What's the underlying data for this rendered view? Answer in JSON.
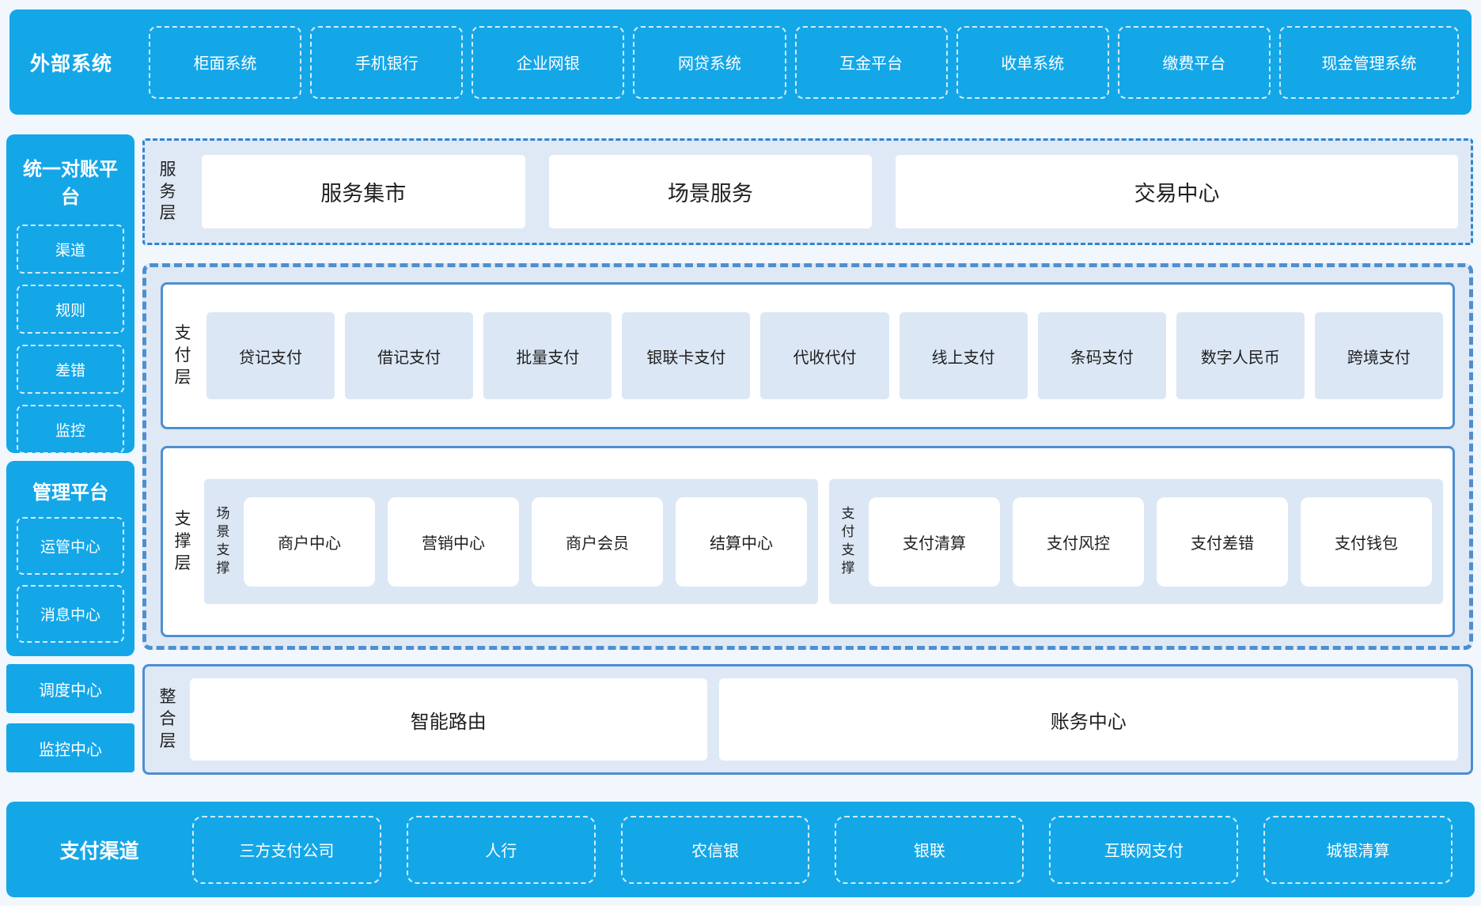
{
  "colors": {
    "primary_blue": "#14A7E8",
    "section_bg": "#DFE9F6",
    "card_blue": "#DBE7F5",
    "border_blue": "#4E8FD0",
    "dashdot_blue": "#2E86D2",
    "text_dark": "#1F1F1F"
  },
  "top_bar": {
    "title": "外部系统",
    "items": [
      "柜面系统",
      "手机银行",
      "企业网银",
      "网贷系统",
      "互金平台",
      "收单系统",
      "缴费平台",
      "现金管理系统"
    ]
  },
  "sidebar": {
    "reconciliation": {
      "title": "统一对账平台",
      "items": [
        "渠道",
        "规则",
        "差错",
        "监控"
      ]
    },
    "management": {
      "title": "管理平台",
      "items": [
        "运管中心",
        "消息中心"
      ]
    },
    "standalone": [
      "调度中心",
      "监控中心"
    ]
  },
  "layers": {
    "service": {
      "label": "服务层",
      "items": [
        "服务集市",
        "场景服务",
        "交易中心"
      ]
    },
    "payment": {
      "label": "支付层",
      "items": [
        "贷记支付",
        "借记支付",
        "批量支付",
        "银联卡支付",
        "代收代付",
        "线上支付",
        "条码支付",
        "数字人民币",
        "跨境支付"
      ]
    },
    "support": {
      "label": "支撑层",
      "groups": [
        {
          "label": "场景支撑",
          "items": [
            "商户中心",
            "营销中心",
            "商户会员",
            "结算中心"
          ]
        },
        {
          "label": "支付支撑",
          "items": [
            "支付清算",
            "支付风控",
            "支付差错",
            "支付钱包"
          ]
        }
      ]
    },
    "integration": {
      "label": "整合层",
      "items": [
        "智能路由",
        "账务中心"
      ]
    }
  },
  "bottom_bar": {
    "title": "支付渠道",
    "items": [
      "三方支付公司",
      "人行",
      "农信银",
      "银联",
      "互联网支付",
      "城银清算"
    ]
  }
}
